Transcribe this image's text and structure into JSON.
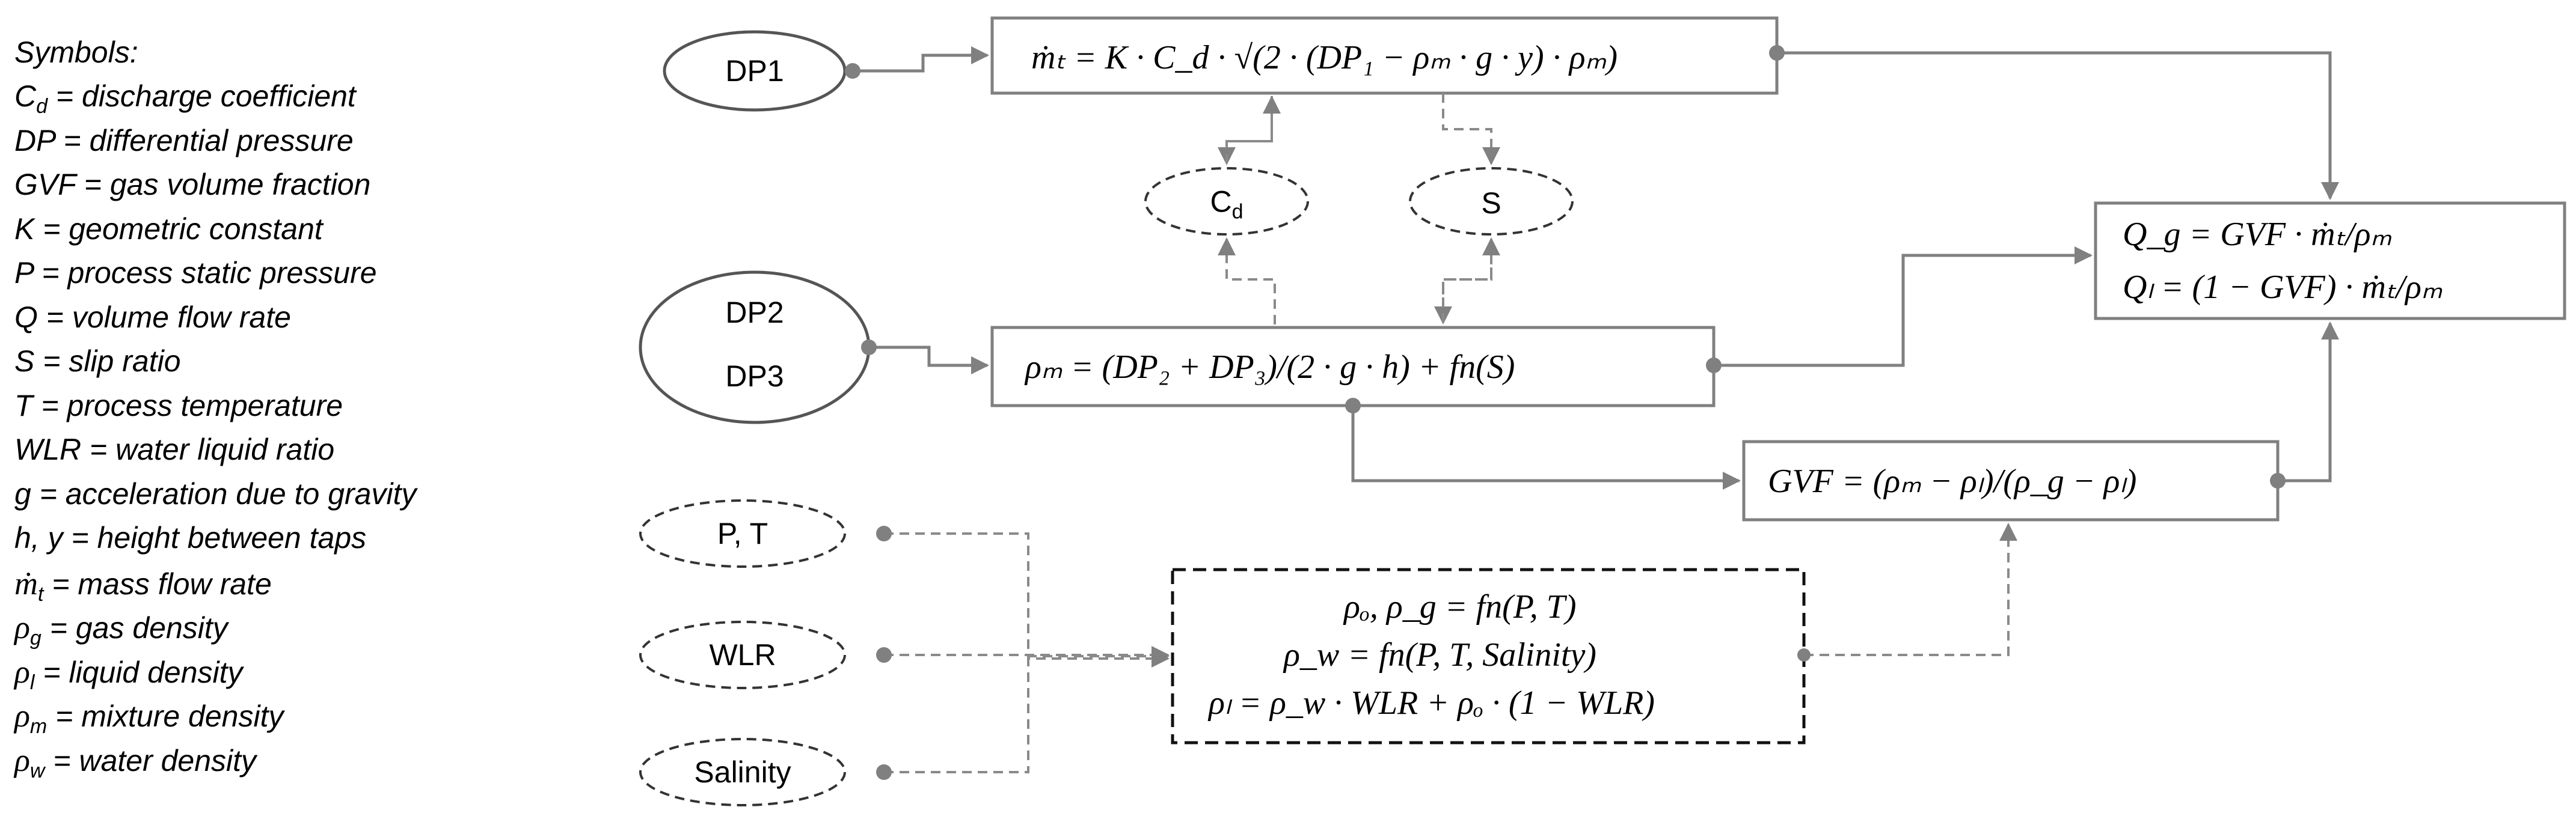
{
  "legend": {
    "title": "Symbols:",
    "items": [
      {
        "sym": "C",
        "sub": "d",
        "text": " = discharge coefficient"
      },
      {
        "sym": "DP",
        "sub": "",
        "text": " = differential pressure"
      },
      {
        "sym": "GVF",
        "sub": "",
        "text": " = gas volume fraction"
      },
      {
        "sym": "K",
        "sub": "",
        "text": " = geometric constant"
      },
      {
        "sym": "P",
        "sub": "",
        "text": " = process static pressure"
      },
      {
        "sym": "Q",
        "sub": "",
        "text": " = volume flow rate"
      },
      {
        "sym": "S",
        "sub": "",
        "text": " = slip ratio"
      },
      {
        "sym": "T",
        "sub": "",
        "text": " = process temperature"
      },
      {
        "sym": "WLR",
        "sub": "",
        "text": " = water liquid ratio"
      },
      {
        "sym": "g",
        "sub": "",
        "text": " = acceleration due to gravity"
      },
      {
        "sym": "h, y",
        "sub": "",
        "text": " = height between taps"
      },
      {
        "sym": "ṁ",
        "sub": "t",
        "text": " = mass flow rate"
      },
      {
        "sym": "ρ",
        "sub": "g",
        "text": " = gas density"
      },
      {
        "sym": "ρ",
        "sub": "l",
        "text": " = liquid density"
      },
      {
        "sym": "ρ",
        "sub": "m",
        "text": " = mixture density"
      },
      {
        "sym": "ρ",
        "sub": "w",
        "text": " = water density"
      }
    ]
  },
  "inputs": {
    "dp1": "DP1",
    "dp2": "DP2",
    "dp3": "DP3",
    "cd_main": "C",
    "cd_sub": "d",
    "s": "S",
    "pt": "P, T",
    "wlr": "WLR",
    "salinity": "Salinity"
  },
  "equations": {
    "mass_flow": "ṁₜ = K · C_d · √(2 · (DP₁ − ρₘ · g · y) · ρₘ)",
    "mixture_density": "ρₘ = (DP₂ + DP₃)/(2 · g · h) + fn(S)",
    "gvf": "GVF = (ρₘ − ρₗ)/(ρ_g − ρₗ)",
    "flow_rates": [
      "Q_g = GVF · ṁₜ/ρₘ",
      "Qₗ = (1 − GVF) · ṁₜ/ρₘ"
    ],
    "densities": [
      "ρₒ, ρ_g = fn(P, T)",
      "ρ_w = fn(P, T, Salinity)",
      "ρₗ = ρ_w · WLR + ρₒ · (1 − WLR)"
    ]
  },
  "colors": {
    "stroke": "#808080",
    "dashed_stroke": "#8a8a8a",
    "text": "#000000"
  }
}
